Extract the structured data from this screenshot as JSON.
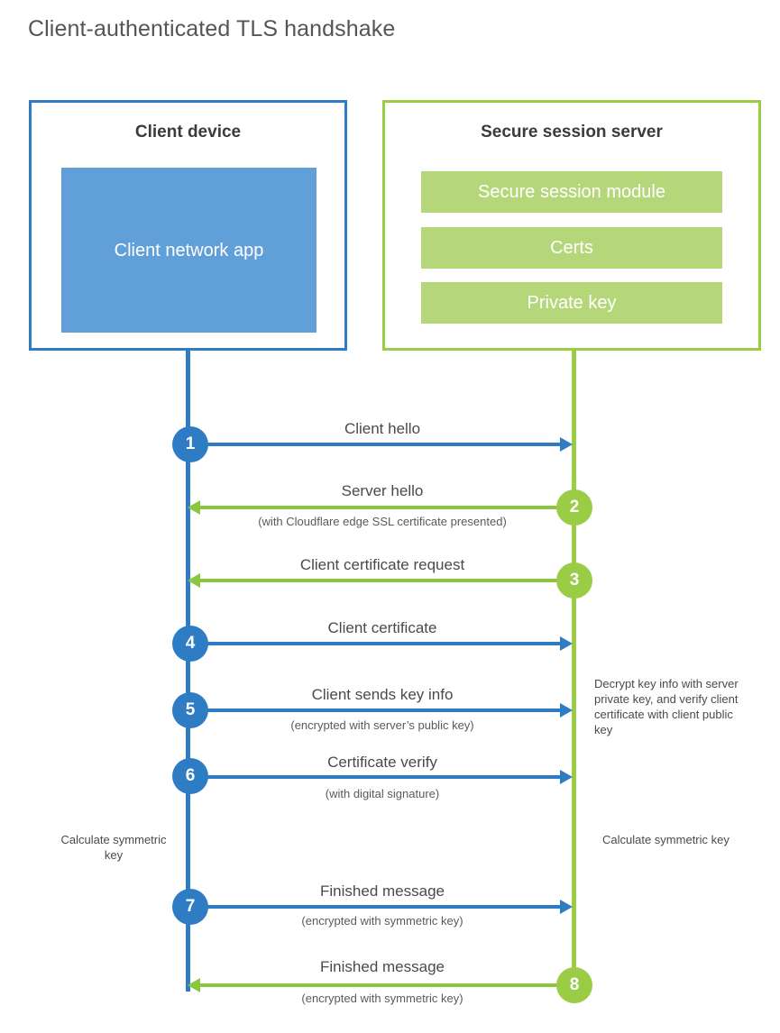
{
  "title": "Client-authenticated TLS handshake",
  "colors": {
    "client_blue": "#2E7DC4",
    "client_app_fill": "#619FD8",
    "server_green": "#9ACD45",
    "server_bar_fill": "#B5D77A",
    "arrow_green": "#8CC63E",
    "text_gray": "#4a4a4a"
  },
  "client_box": {
    "title": "Client device",
    "app_label": "Client network app"
  },
  "server_box": {
    "title": "Secure session server",
    "bars": [
      {
        "label": "Secure session module"
      },
      {
        "label": "Certs"
      },
      {
        "label": "Private key"
      }
    ]
  },
  "steps": [
    {
      "number": "1",
      "direction": "client-to-server",
      "color": "blue",
      "label": "Client hello",
      "sublabel": ""
    },
    {
      "number": "2",
      "direction": "server-to-client",
      "color": "green",
      "label": "Server hello",
      "sublabel": "(with Cloudflare edge SSL certificate presented)"
    },
    {
      "number": "3",
      "direction": "server-to-client",
      "color": "green",
      "label": "Client certificate request",
      "sublabel": ""
    },
    {
      "number": "4",
      "direction": "client-to-server",
      "color": "blue",
      "label": "Client certificate",
      "sublabel": ""
    },
    {
      "number": "5",
      "direction": "client-to-server",
      "color": "blue",
      "label": "Client sends key info",
      "sublabel": "(encrypted with server’s public key)"
    },
    {
      "number": "6",
      "direction": "client-to-server",
      "color": "blue",
      "label": "Certificate verify",
      "sublabel": "(with digital signature)"
    },
    {
      "number": "7",
      "direction": "client-to-server",
      "color": "blue",
      "label": "Finished message",
      "sublabel": "(encrypted with symmetric key)"
    },
    {
      "number": "8",
      "direction": "server-to-client",
      "color": "green",
      "label": "Finished message",
      "sublabel": "(encrypted with symmetric key)"
    }
  ],
  "annotations": {
    "server_decrypt_note": "Decrypt key info with server private key, and verify client certificate with client public key",
    "client_calc_key": "Calculate symmetric key",
    "server_calc_key": "Calculate symmetric key"
  }
}
